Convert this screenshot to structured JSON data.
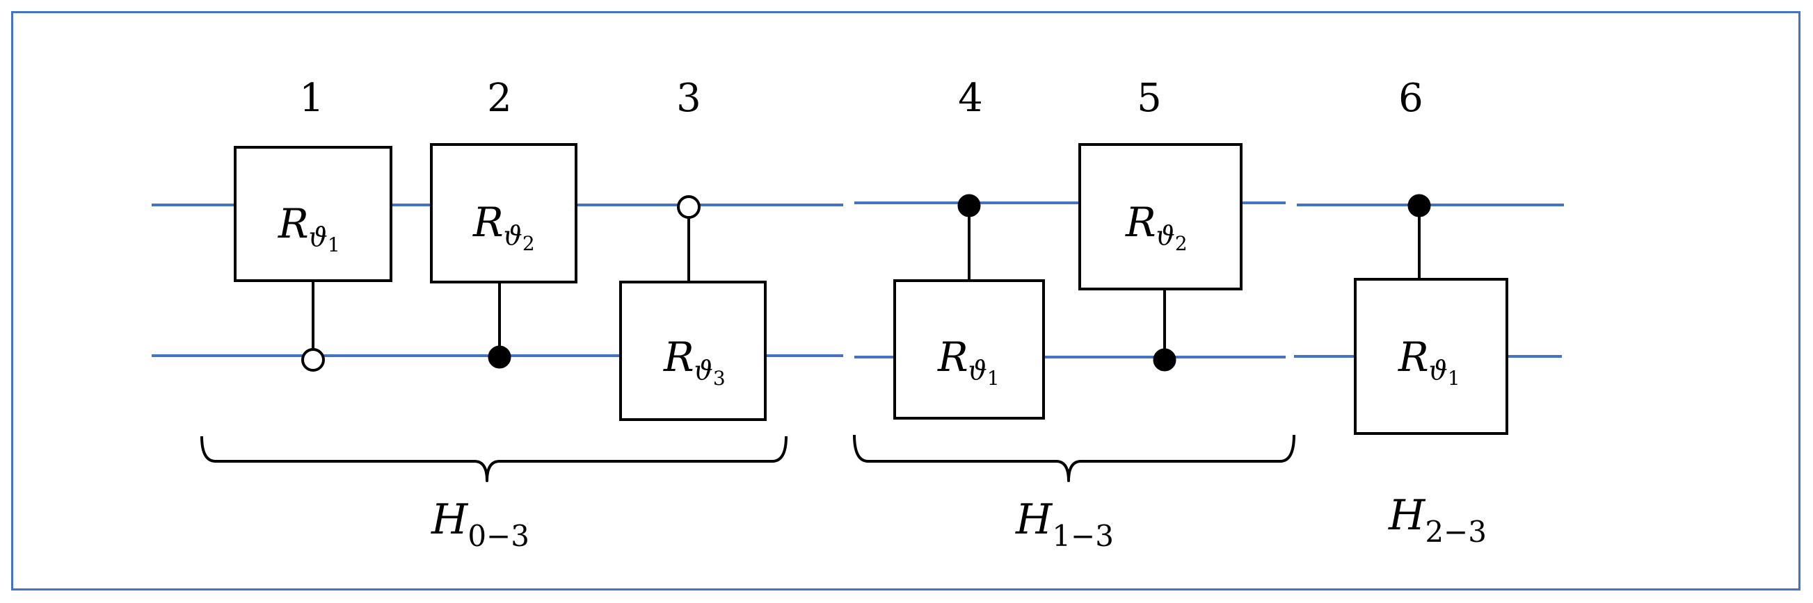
{
  "columns": [
    "1",
    "2",
    "3",
    "4",
    "5",
    "6"
  ],
  "gates": [
    {
      "base": "R",
      "sub": "ϑ",
      "subsub": "1"
    },
    {
      "base": "R",
      "sub": "ϑ",
      "subsub": "2"
    },
    {
      "base": "R",
      "sub": "ϑ",
      "subsub": "3"
    },
    {
      "base": "R",
      "sub": "ϑ",
      "subsub": "1"
    },
    {
      "base": "R",
      "sub": "ϑ",
      "subsub": "2"
    },
    {
      "base": "R",
      "sub": "ϑ",
      "subsub": "1"
    }
  ],
  "groups": [
    {
      "base": "H",
      "sub": "0−3"
    },
    {
      "base": "H",
      "sub": "1−3"
    },
    {
      "base": "H",
      "sub": "2−3"
    }
  ],
  "colors": {
    "wire": "#4472c4",
    "frame": "#4472c4"
  }
}
